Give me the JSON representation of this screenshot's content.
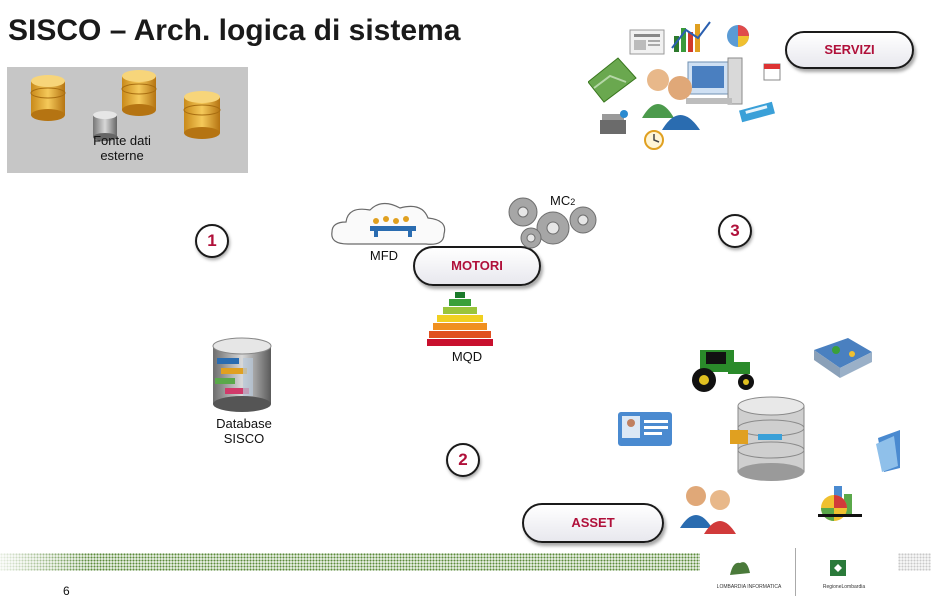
{
  "title": "SISCO – Arch. logica di sistema",
  "source": {
    "label_line1": "Fonte dati",
    "label_line2": "esterne"
  },
  "steps": [
    "1",
    "2",
    "3"
  ],
  "pills": {
    "servizi": "SERVIZI",
    "motori": "MOTORI",
    "asset": "ASSET"
  },
  "engines": {
    "mfd": "MFD",
    "mc2_base": "MC",
    "mc2_sub": "2",
    "mqd": "MQD"
  },
  "database": {
    "line1": "Database",
    "line2": "SISCO"
  },
  "icons": {
    "services": [
      "newspaper-icon",
      "chart-icon",
      "pie-chart-icon",
      "map-photo-icon",
      "users-computer-icon",
      "calendar-icon",
      "network-icon",
      "scanner-icon",
      "clock-icon"
    ],
    "assets": [
      "tractor-icon",
      "terrain-map-icon",
      "id-card-icon",
      "database-server-icon",
      "folder-icon",
      "users-icon",
      "pie-chart-icon"
    ]
  },
  "footer": {
    "page": "6",
    "logo_left": "LOMBARDIA INFORMATICA",
    "logo_right": "RegioneLombardia"
  },
  "colors": {
    "accent": "#b0103a",
    "footer_green": "#5b8a3a",
    "source_box": "#c6c6c6"
  }
}
